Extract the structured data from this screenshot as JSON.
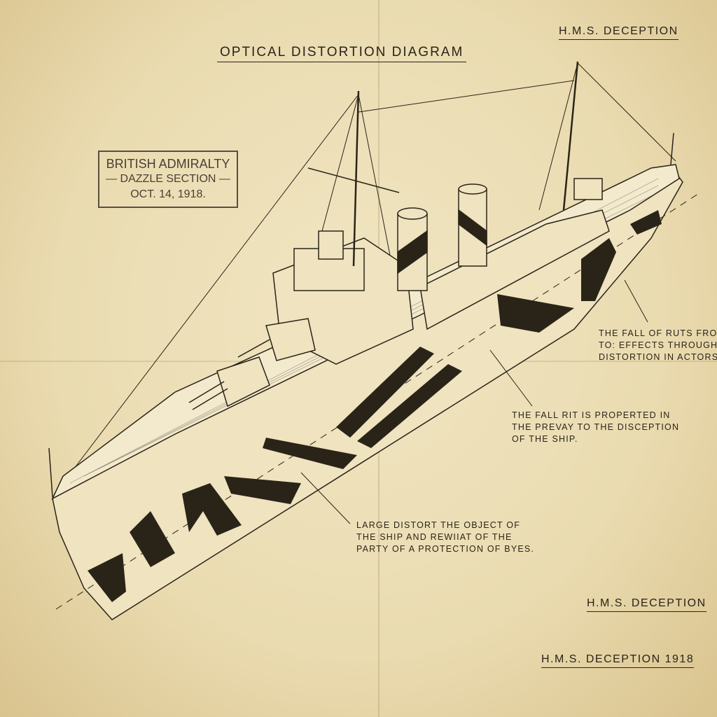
{
  "header": {
    "title": "OPTICAL DISTORTION DIAGRAM",
    "ship_name_top": "H.M.S. DECEPTION"
  },
  "stamp": {
    "line1": "BRITISH ADMIRALTY",
    "line2": "— DAZZLE SECTION —",
    "line3": "OCT. 14, 1918."
  },
  "annotations": [
    {
      "lines": [
        "THE FALL OF RUTS FRO",
        "TO: EFFECTS THROUGH A",
        "DISTORTION IN ACTORS."
      ]
    },
    {
      "lines": [
        "THE FALL RIT IS PROPERTED IN",
        "THE PREVAY TO THE DISCEPTION",
        "OF THE SHIP."
      ]
    },
    {
      "lines": [
        "LARGE DISTORT THE OBJECT OF",
        "THE SHIP AND REWIIAT OF THE",
        "PARTY OF A PROTECTION OF BYES."
      ]
    }
  ],
  "footer": {
    "label_1": "H.M.S. DECEPTION",
    "label_2": "H.M.S. DECEPTION 1918"
  },
  "colors": {
    "paper": "#e9dcb4",
    "ink": "#2a2418"
  }
}
